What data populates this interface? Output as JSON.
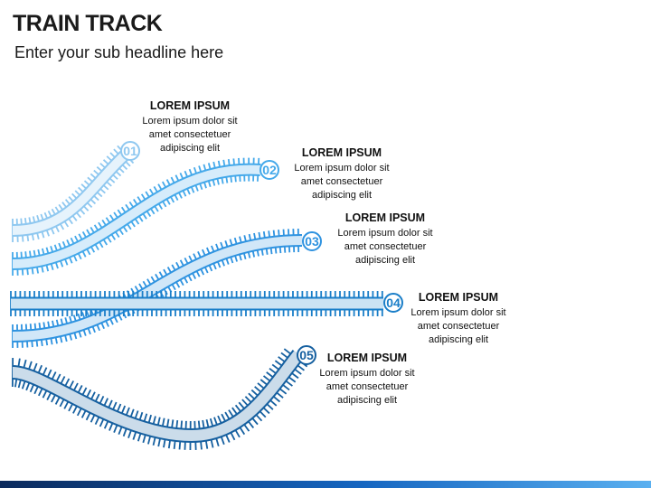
{
  "title": "TRAIN TRACK",
  "subtitle": "Enter your sub headline here",
  "steps": [
    {
      "number": "01",
      "heading": "LOREM IPSUM",
      "lines": [
        "Lorem ipsum dolor sit",
        "amet consectetuer",
        "adipiscing elit"
      ],
      "color": "#8fc8f0"
    },
    {
      "number": "02",
      "heading": "LOREM IPSUM",
      "lines": [
        "Lorem ipsum dolor sit",
        "amet consectetuer",
        "adipiscing elit"
      ],
      "color": "#45a9ea"
    },
    {
      "number": "03",
      "heading": "LOREM IPSUM",
      "lines": [
        "Lorem ipsum dolor sit",
        "amet consectetuer",
        "adipiscing elit"
      ],
      "color": "#2f93e0"
    },
    {
      "number": "04",
      "heading": "LOREM IPSUM",
      "lines": [
        "Lorem ipsum dolor sit",
        "amet consectetuer",
        "adipiscing elit"
      ],
      "color": "#1a7ec8"
    },
    {
      "number": "05",
      "heading": "LOREM IPSUM",
      "lines": [
        "Lorem ipsum dolor sit",
        "amet consectetuer",
        "adipiscing elit"
      ],
      "color": "#1660a0"
    }
  ],
  "footer_colors": [
    "#0b2a5c",
    "#1565c0",
    "#5ab0f0"
  ]
}
